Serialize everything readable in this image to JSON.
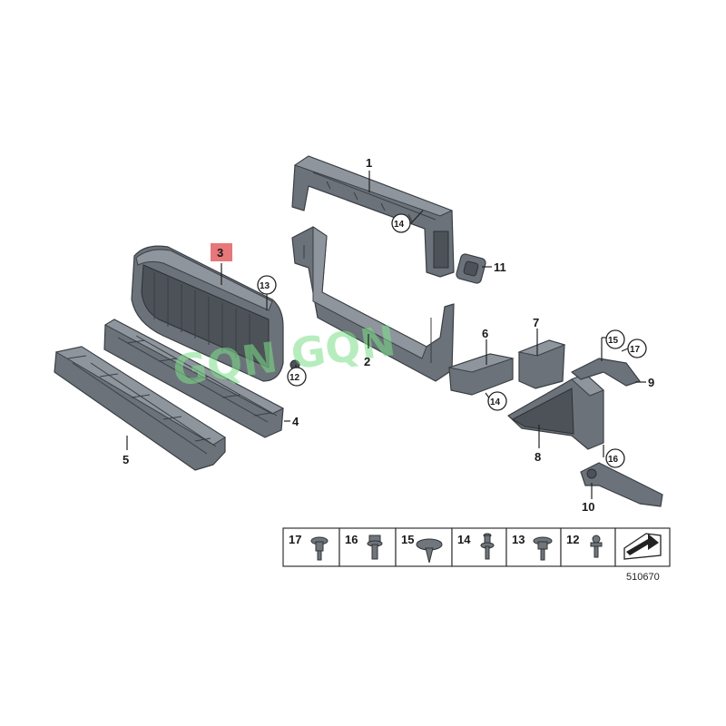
{
  "watermark": "GQN GQN",
  "diagram_number": "510670",
  "highlight_color": "#e8777a",
  "callouts": {
    "c1": "1",
    "c2": "2",
    "c3": "3",
    "c4": "4",
    "c5": "5",
    "c6": "6",
    "c7": "7",
    "c8": "8",
    "c9": "9",
    "c10": "10",
    "c11": "11",
    "c12": "12",
    "c13": "13",
    "c14a": "14",
    "c14b": "14",
    "c15": "15",
    "c16": "16",
    "c17": "17"
  },
  "tray": [
    "17",
    "16",
    "15",
    "14",
    "13",
    "12"
  ]
}
